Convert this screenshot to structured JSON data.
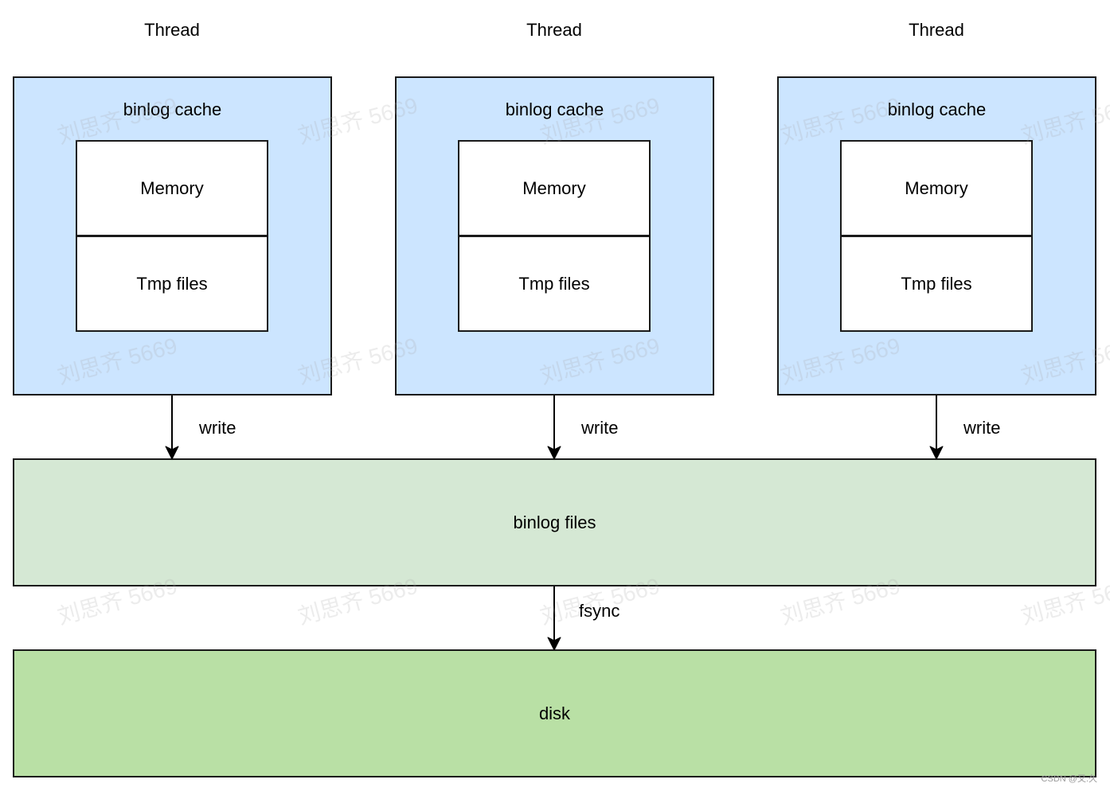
{
  "colors": {
    "cache_fill": "#cce5ff",
    "files_fill": "#d5e8d4",
    "disk_fill": "#b9e0a5",
    "stroke": "#1a1a1a"
  },
  "threads": [
    {
      "title": "Thread",
      "cache_label": "binlog cache",
      "memory_label": "Memory",
      "tmp_label": "Tmp files",
      "write_label": "write"
    },
    {
      "title": "Thread",
      "cache_label": "binlog cache",
      "memory_label": "Memory",
      "tmp_label": "Tmp files",
      "write_label": "write"
    },
    {
      "title": "Thread",
      "cache_label": "binlog cache",
      "memory_label": "Memory",
      "tmp_label": "Tmp files",
      "write_label": "write"
    }
  ],
  "binlog_files": {
    "label": "binlog files"
  },
  "fsync": {
    "label": "fsync"
  },
  "disk": {
    "label": "disk"
  },
  "watermark": {
    "text": "刘思齐 5669"
  },
  "credit": {
    "text": "CSDN @又.久"
  }
}
